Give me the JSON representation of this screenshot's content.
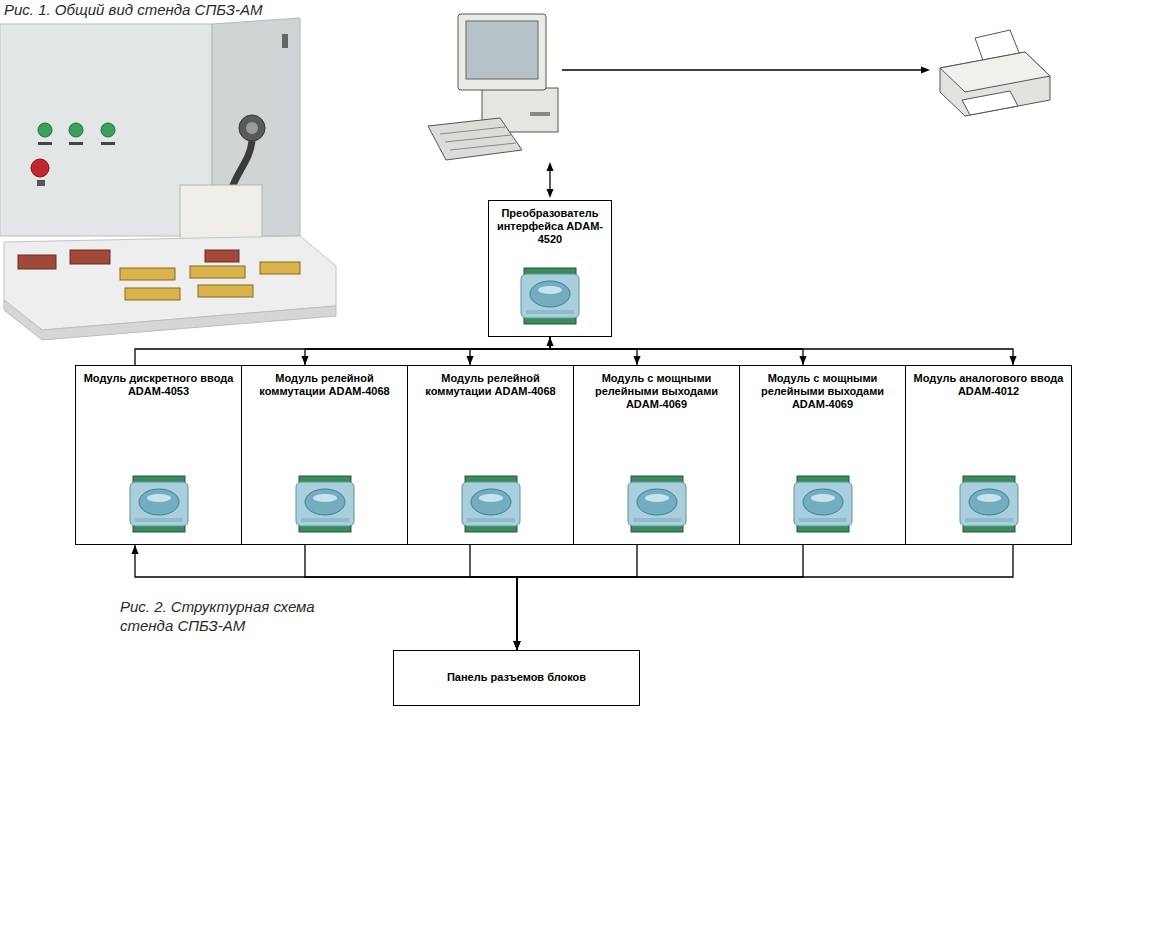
{
  "diagram": {
    "caption": "Рис. 2. Структурная схема стенда СПБЗ-АМ",
    "nodes": [
      {
        "text": [
          "Преобразователь интерфейса ADAM-4520"
        ]
      },
      {
        "text": [
          "Модуль дискретного ввода ADAM-4053"
        ]
      },
      {
        "text": [
          "Модуль релейной коммутации ADAM-4068"
        ]
      },
      {
        "text": [
          "Модуль релейной коммутации ADAM-4068"
        ]
      },
      {
        "text": [
          "Модуль с мощными релейными выходами ADAM-4069"
        ]
      },
      {
        "text": [
          "Модуль с мощными релейными выходами ADAM-4069"
        ]
      },
      {
        "text": [
          "Модуль аналогового ввода ADAM-4012"
        ]
      },
      {
        "text": [
          "Панель разъемов блоков"
        ]
      }
    ],
    "edges": [
      {
        "from": 1,
        "to": 0,
        "arrow": "to"
      },
      {
        "from": 0,
        "to": 2,
        "arrow": "to"
      },
      {
        "from": 0,
        "to": 3,
        "arrow": "to"
      },
      {
        "from": 0,
        "to": 4,
        "arrow": "to"
      },
      {
        "from": 0,
        "to": 5,
        "arrow": "to"
      },
      {
        "from": 0,
        "to": 6,
        "arrow": "to"
      },
      {
        "from": 7,
        "to": 1,
        "arrow": "to"
      },
      {
        "from": 2,
        "to": 7,
        "arrow": "to"
      },
      {
        "from": 3,
        "to": 7,
        "arrow": "to"
      },
      {
        "from": 4,
        "to": 7,
        "arrow": "to"
      },
      {
        "from": 5,
        "to": 7,
        "arrow": "to"
      },
      {
        "from": 6,
        "to": 7,
        "arrow": "to"
      }
    ],
    "labels": [
      "Рис. 1. Общий вид стенда СПБЗ-АМ"
    ]
  }
}
